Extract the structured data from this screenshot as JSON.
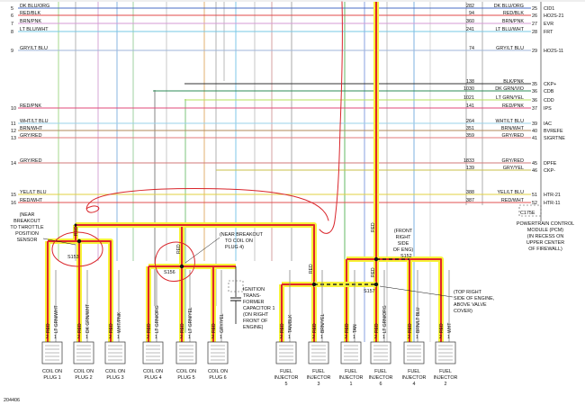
{
  "left_rows": [
    {
      "num": "5",
      "label": "DK BLU/ORG"
    },
    {
      "num": "6",
      "label": "RED/BLK"
    },
    {
      "num": "7",
      "label": "BRN/PNK"
    },
    {
      "num": "8",
      "label": "LT BLU/WHT"
    },
    {
      "num": "9",
      "label": "GRY/LT BLU"
    },
    {
      "num": "10",
      "label": "RED/PNK"
    },
    {
      "num": "11",
      "label": "WHT/LT BLU"
    },
    {
      "num": "12",
      "label": "BRN/WHT"
    },
    {
      "num": "13",
      "label": "GRY/RED"
    },
    {
      "num": "14",
      "label": "GRY/RED"
    },
    {
      "num": "15",
      "label": "YEL/LT BLU"
    },
    {
      "num": "16",
      "label": "RED/WHT"
    }
  ],
  "pcm_rows": [
    {
      "circuit": "282",
      "color": "DK BLU/ORG",
      "pin": "25",
      "signal": "CID1"
    },
    {
      "circuit": "94",
      "color": "RED/BLK",
      "pin": "26",
      "signal": "HO2S-21"
    },
    {
      "circuit": "360",
      "color": "BRN/PNK",
      "pin": "27",
      "signal": "EVR"
    },
    {
      "circuit": "241",
      "color": "LT BLU/WHT",
      "pin": "28",
      "signal": "FRT"
    },
    {
      "circuit": "74",
      "color": "GRY/LT BLU",
      "pin": "29",
      "signal": "HO2S-11"
    },
    {
      "circuit": "138",
      "color": "BLK/PNK",
      "pin": "35",
      "signal": "CKP+"
    },
    {
      "circuit": "1030",
      "color": "DK GRN/VIO",
      "pin": "36",
      "signal": "CDB"
    },
    {
      "circuit": "1021",
      "color": "LT GRN/YEL",
      "pin": "36",
      "signal": "CDD"
    },
    {
      "circuit": "141",
      "color": "RED/PNK",
      "pin": "37",
      "signal": "IPS"
    },
    {
      "circuit": "264",
      "color": "WHT/LT BLU",
      "pin": "39",
      "signal": "IAC"
    },
    {
      "circuit": "351",
      "color": "BRN/WHT",
      "pin": "40",
      "signal": "BVREFE"
    },
    {
      "circuit": "359",
      "color": "GRY/RED",
      "pin": "41",
      "signal": "SIGRTNE"
    },
    {
      "circuit": "1833",
      "color": "GRY/RED",
      "pin": "45",
      "signal": "DPFE"
    },
    {
      "circuit": "139",
      "color": "GRY/YEL",
      "pin": "46",
      "signal": "CKP-"
    },
    {
      "circuit": "388",
      "color": "YEL/LT BLU",
      "pin": "51",
      "signal": "HTR-21"
    },
    {
      "circuit": "387",
      "color": "RED/WHT",
      "pin": "52",
      "signal": "HTR-11"
    }
  ],
  "pcm_connector": "C175E",
  "pcm_caption": [
    "POWERTRAIN CONTROL",
    "MODULE (PCM)",
    "(IN RECESS ON",
    "UPPER CENTER",
    "OF FIREWALL)"
  ],
  "splices": {
    "s153": "S153",
    "s156": "S156",
    "s152": "S152",
    "s157": "S157"
  },
  "notes": {
    "near_breakout_tp": [
      "(NEAR",
      "BREAKOUT",
      "TO THROTTLE",
      "POSITION",
      "SENSOR"
    ],
    "near_breakout_coil4": [
      "(NEAR BREAKOUT",
      "TO COIL ON",
      "PLUG 4)"
    ],
    "front_right": [
      "(FRONT",
      "RIGHT",
      "SIDE",
      "OF ENG)"
    ],
    "top_right": [
      "(TOP RIGHT",
      "SIDE OF ENGINE,",
      "ABOVE VALVE",
      "COVER)"
    ],
    "ignition_cap": [
      "IGNITION",
      "TRANS-",
      "FORMER",
      "CAPACITOR 1",
      "(ON RIGHT",
      "FRONT OF",
      "ENGINE)"
    ]
  },
  "coils": [
    {
      "name": [
        "COIL ON",
        "PLUG 1"
      ],
      "wire1": "RED",
      "wire2": "LT GRN/WHT"
    },
    {
      "name": [
        "COIL ON",
        "PLUG 2"
      ],
      "wire1": "RED",
      "wire2": "DK GRN/WHT"
    },
    {
      "name": [
        "COIL ON",
        "PLUG 3"
      ],
      "wire1": "RED",
      "wire2": "WHT/PNK"
    },
    {
      "name": [
        "COIL ON",
        "PLUG 4"
      ],
      "wire1": "RED",
      "wire2": "LT GRN/ORG"
    },
    {
      "name": [
        "COIL ON",
        "PLUG 5"
      ],
      "wire1": "RED",
      "wire2": "LT GRN/YEL"
    },
    {
      "name": [
        "COIL ON",
        "PLUG 6"
      ],
      "wire1": "RED",
      "wire2": "GRY/YEL"
    }
  ],
  "injectors": [
    {
      "name": [
        "FUEL",
        "INJECTOR",
        "5"
      ],
      "wire1": "RED",
      "wire2": "TAN/BLK"
    },
    {
      "name": [
        "FUEL",
        "INJECTOR",
        "3"
      ],
      "wire1": "RED",
      "wire2": "BRN/YEL"
    },
    {
      "name": [
        "FUEL",
        "INJECTOR",
        "1"
      ],
      "wire1": "RED",
      "wire2": "TAN"
    },
    {
      "name": [
        "FUEL",
        "INJECTOR",
        "6"
      ],
      "wire1": "RED",
      "wire2": "LT GRN/ORG"
    },
    {
      "name": [
        "FUEL",
        "INJECTOR",
        "4"
      ],
      "wire1": "RED",
      "wire2": "BRN/LT BLU"
    },
    {
      "name": [
        "FUEL",
        "INJECTOR",
        "2"
      ],
      "wire1": "RED",
      "wire2": "WHT"
    }
  ],
  "wire_labels": {
    "red": "RED"
  },
  "pin_nums": {
    "a": "1",
    "b": "2"
  },
  "figure_id": "204406",
  "colors": {
    "highlight": "#f7f23a",
    "red": "#e0262b",
    "annotation": "#d9252b"
  }
}
